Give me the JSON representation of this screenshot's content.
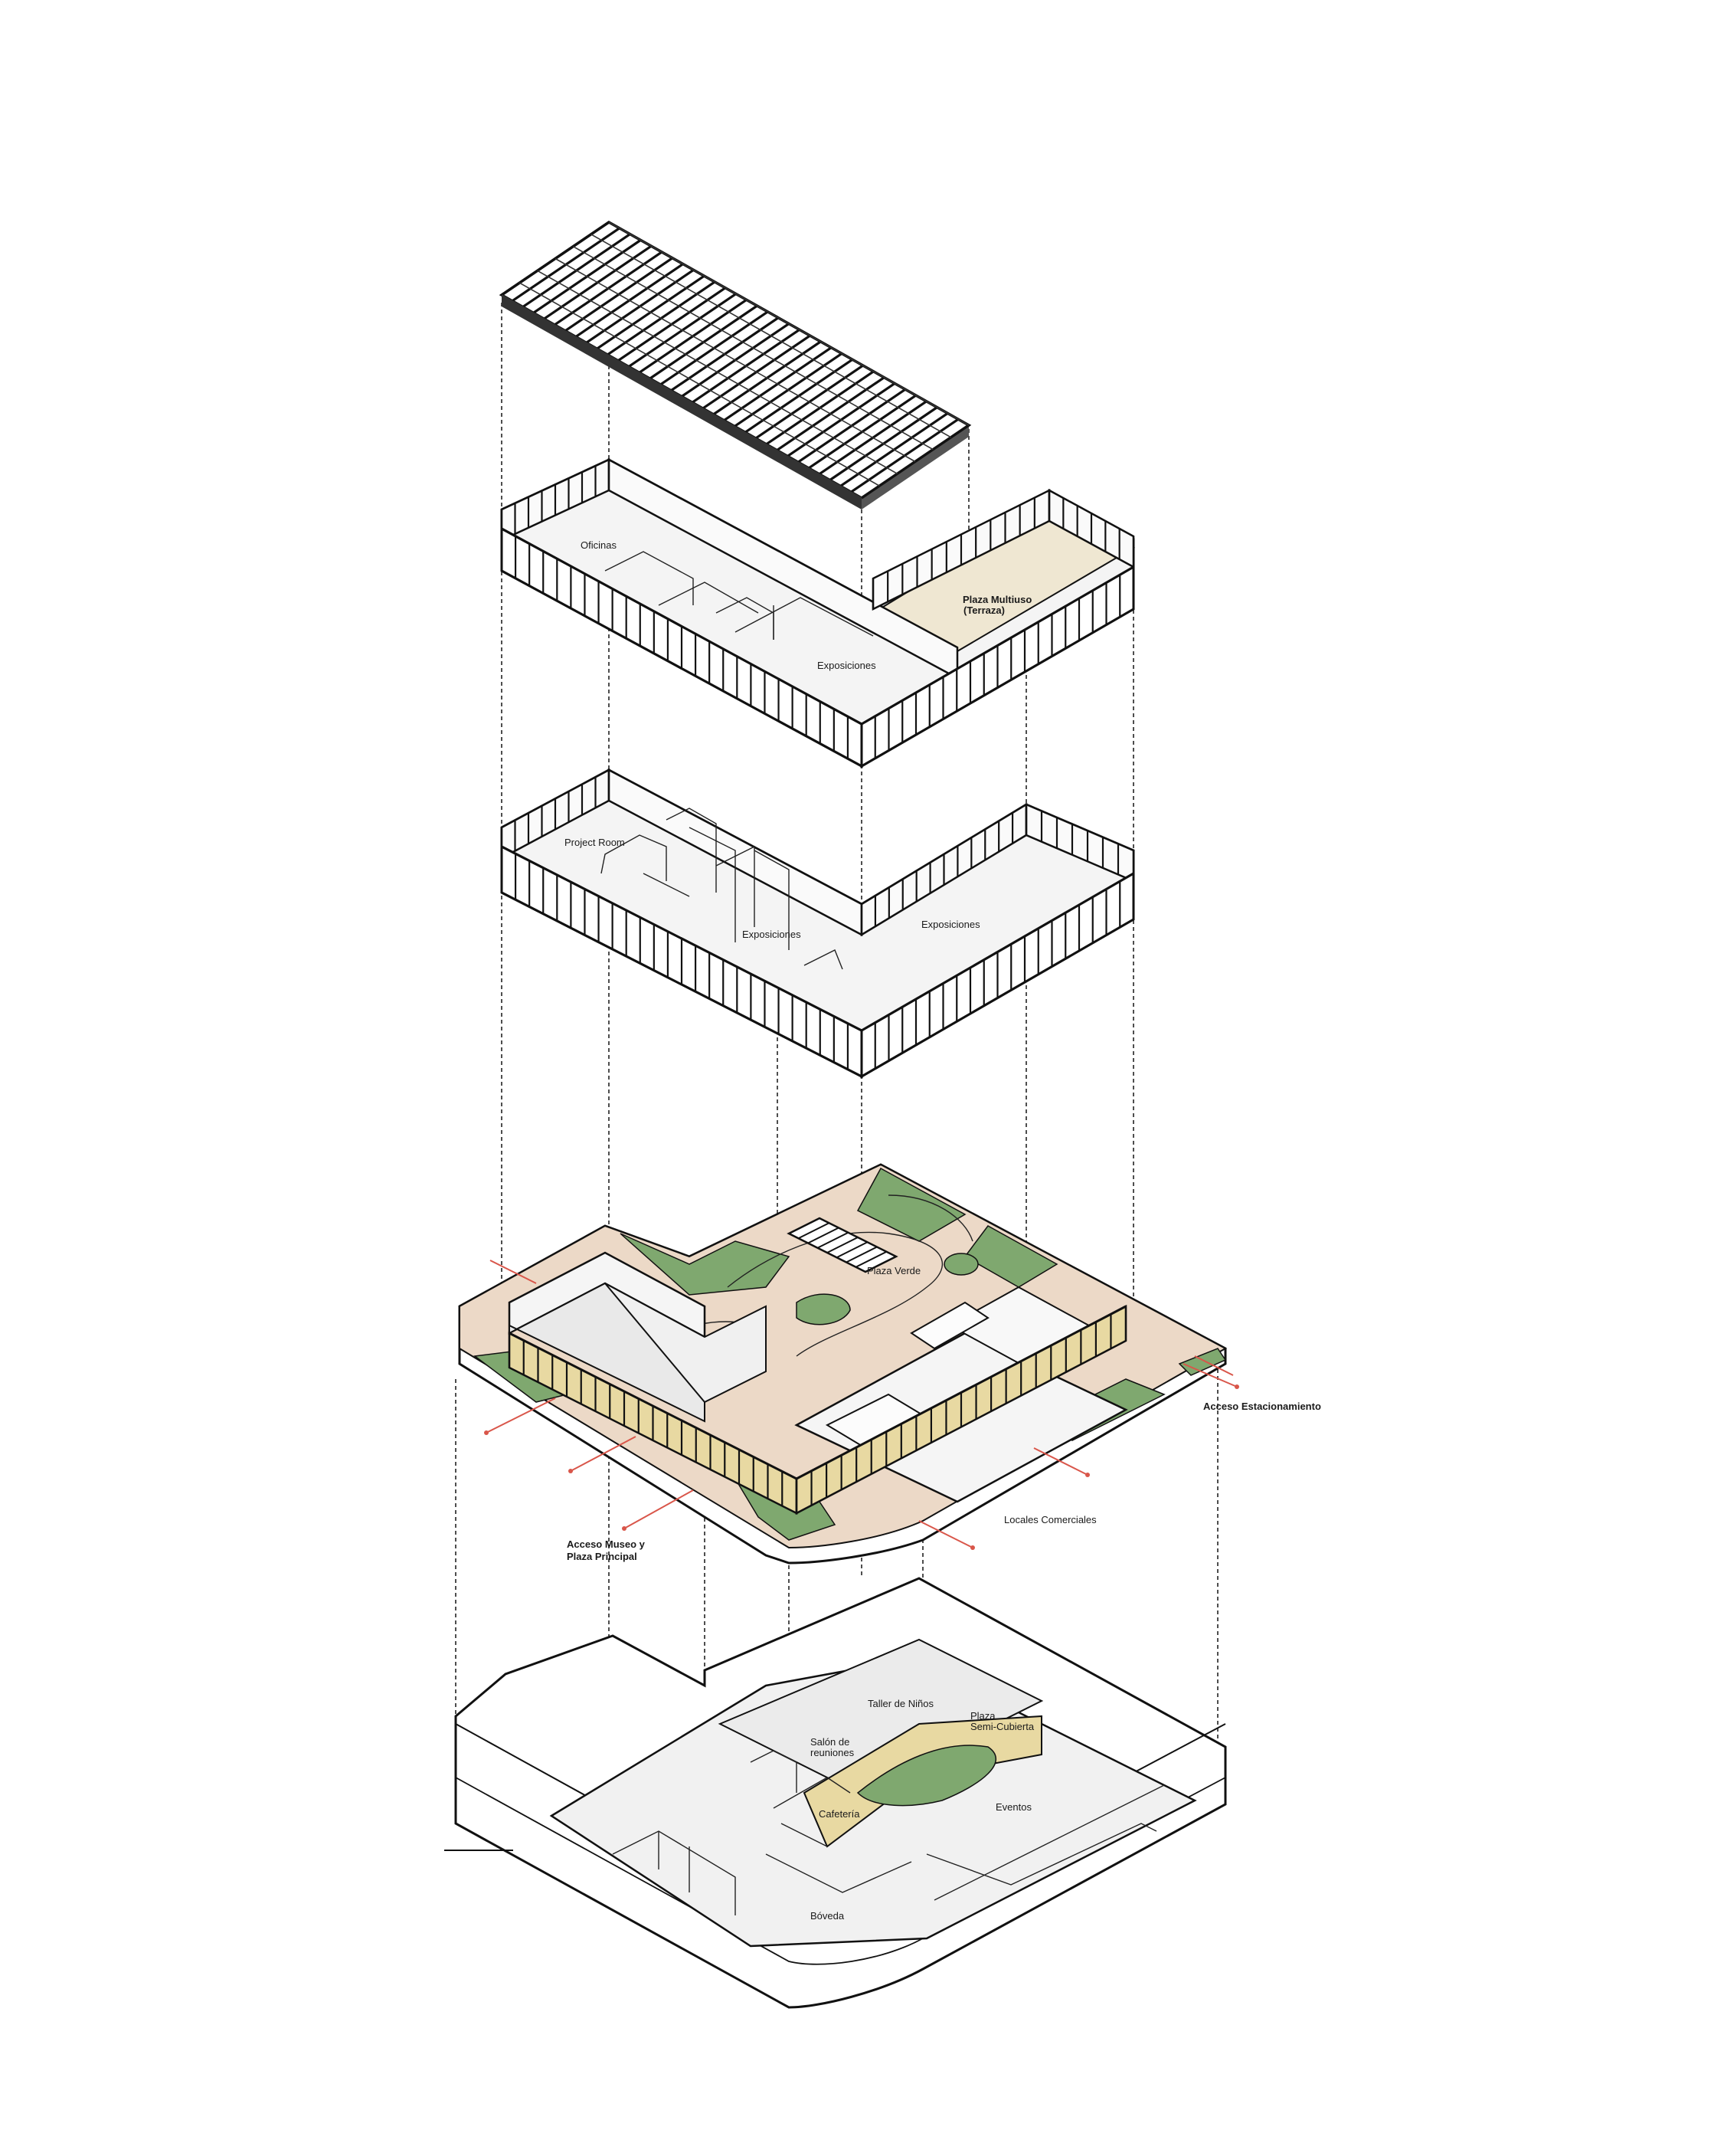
{
  "colors": {
    "ink": "#111111",
    "paper": "#ffffff",
    "floor": "#f3f3f3",
    "terrace_floor": "#efe7d2",
    "garden_green": "#7fa86f",
    "path_beige": "#ecd9c7",
    "glass_amber": "#e8d9a2",
    "access_arrow": "#d9564a",
    "basement_fill": "#f1f1f1"
  },
  "levels": [
    {
      "id": "roof",
      "rooms": []
    },
    {
      "id": "level-2",
      "rooms": [
        "Oficinas",
        "Plaza Multiuso (Terraza)",
        "Exposiciones"
      ]
    },
    {
      "id": "level-1",
      "rooms": [
        "Project Room",
        "Exposiciones",
        "Exposiciones"
      ]
    },
    {
      "id": "ground",
      "rooms": [
        "Plaza Verde"
      ],
      "accesses": [
        "Acceso Estacionamiento",
        "Acceso Museo y Plaza Principal",
        "Locales Comerciales"
      ]
    },
    {
      "id": "basement",
      "rooms": [
        "Taller de Niños",
        "Plaza Semi-Cubierta",
        "Salón de reuniones",
        "Cafetería",
        "Eventos",
        "Bóveda"
      ]
    }
  ],
  "labels": {
    "oficinas": "Oficinas",
    "plaza_multiuso_1": "Plaza Multiuso",
    "plaza_multiuso_2": "(Terraza)",
    "exposiciones_l2": "Exposiciones",
    "project_room": "Project Room",
    "exposiciones_l1a": "Exposiciones",
    "exposiciones_l1b": "Exposiciones",
    "plaza_verde": "Plaza Verde",
    "acceso_estacionamiento": "Acceso Estacionamiento",
    "acceso_museo_1": "Acceso Museo y",
    "acceso_museo_2": "Plaza Principal",
    "locales_comerciales": "Locales Comerciales",
    "taller_ninos": "Taller de Niños",
    "plaza_semi_1": "Plaza",
    "plaza_semi_2": "Semi-Cubierta",
    "salon_1": "Salón de",
    "salon_2": "reuniones",
    "cafeteria": "Cafetería",
    "eventos": "Eventos",
    "boveda": "Bóveda"
  }
}
